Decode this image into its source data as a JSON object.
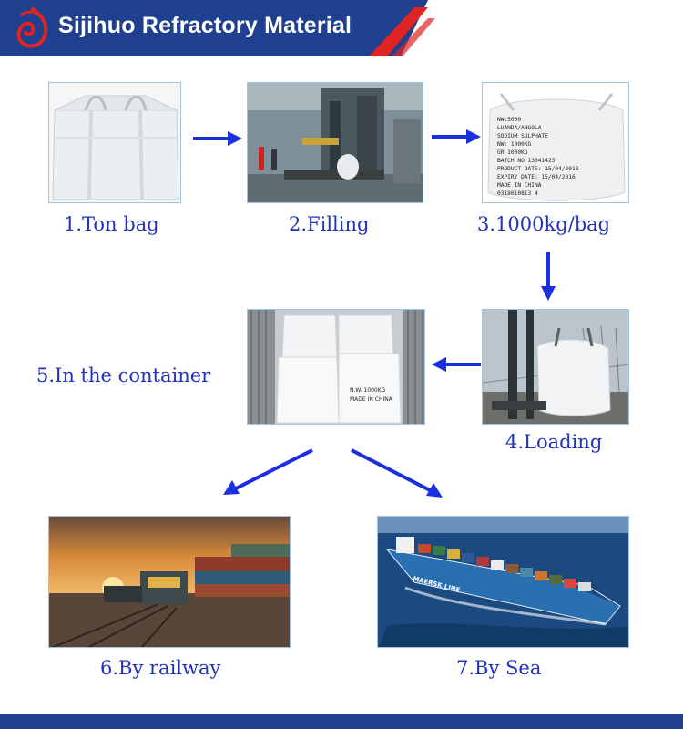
{
  "header": {
    "brand": "Sijihuo Refractory Material",
    "colors": {
      "bar": "#1f3f8f",
      "accent": "#e02323"
    }
  },
  "steps": [
    {
      "label": "1.Ton bag",
      "image": "white-bulk-bag-photo"
    },
    {
      "label": "2.Filling",
      "image": "filling-station-photo"
    },
    {
      "label": "3.1000kg/bag",
      "image": "labeled-bag-photo"
    },
    {
      "label": "4.Loading",
      "image": "forklift-loading-photo"
    },
    {
      "label": "5.In the container",
      "image": "bags-in-container-photo"
    },
    {
      "label": "6.By railway",
      "image": "freight-train-photo"
    },
    {
      "label": "7.By Sea",
      "image": "container-ship-photo"
    }
  ],
  "bag_print": {
    "label_lines": [
      "NW:5000",
      "LUANDA/ANGOLA",
      "SODIUM SULPHATE",
      "NW: 1000KG",
      "GR 1000KG",
      "BATCH NO 13041423",
      "PRODUCT DATE: 15/04/2013",
      "EXPIRY DATE: 15/04/2016",
      "MADE IN CHINA",
      "0318010813 4"
    ],
    "container_bag_lines": [
      "N.W. 1000KG",
      "MADE IN CHINA"
    ]
  },
  "ship_text": "MAERSK LINE",
  "arrow_color": "#1a2fe0"
}
